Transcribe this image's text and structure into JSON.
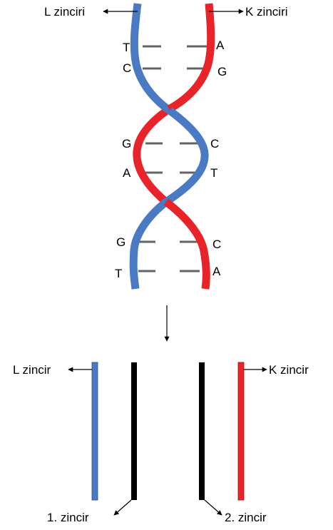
{
  "colors": {
    "l_strand": "#4a7ac4",
    "k_strand": "#e8232a",
    "new_strand": "#000000",
    "base_pair_rung": "#646464",
    "arrow": "#000000"
  },
  "helix": {
    "l_strand_label": "L zinciri",
    "k_strand_label": "K zinciri",
    "base_pairs": [
      {
        "left": "T",
        "right": "A"
      },
      {
        "left": "C",
        "right": "G"
      },
      {
        "left": "G",
        "right": "C"
      },
      {
        "left": "A",
        "right": "T"
      },
      {
        "left": "G",
        "right": "C"
      },
      {
        "left": "T",
        "right": "A"
      }
    ]
  },
  "separated": {
    "l_strand_label": "L zincir",
    "k_strand_label": "K zincir",
    "new_strand_1_label": "1. zincir",
    "new_strand_2_label": "2. zincir"
  }
}
